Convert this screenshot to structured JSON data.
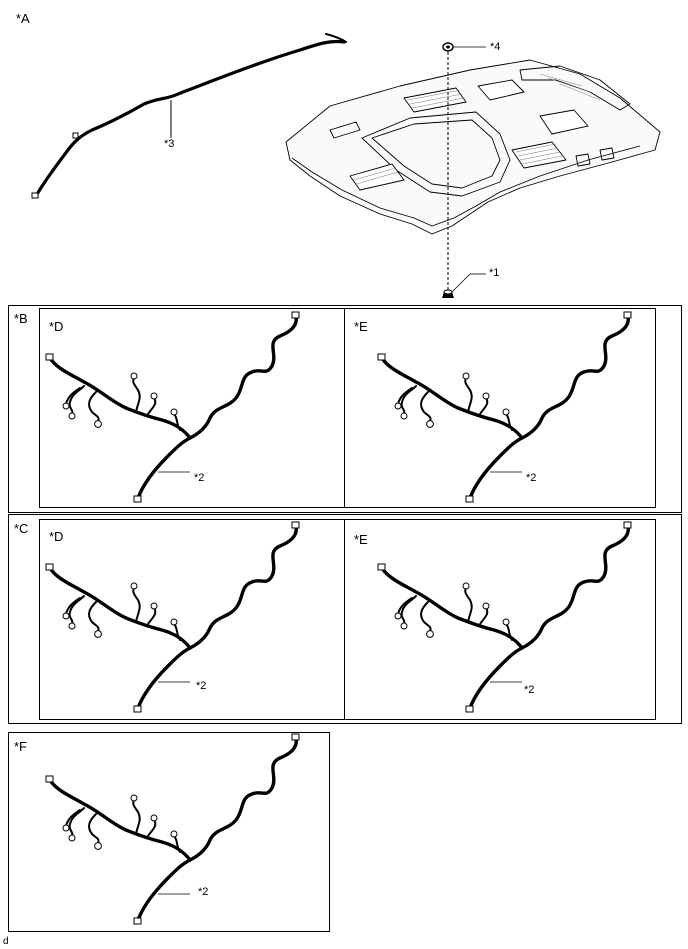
{
  "panel_a": {
    "label": "*A",
    "callout_1": "*1",
    "callout_3": "*3",
    "callout_4": "*4"
  },
  "panel_b": {
    "label": "*B",
    "left": {
      "label": "*D",
      "callout": "*2"
    },
    "right": {
      "label": "*E",
      "callout": "*2"
    }
  },
  "panel_c": {
    "label": "*C",
    "left": {
      "label": "*D",
      "callout": "*2"
    },
    "right": {
      "label": "*E",
      "callout": "*2"
    }
  },
  "panel_f": {
    "label": "*F",
    "callout": "*2"
  },
  "footer_code": "d"
}
